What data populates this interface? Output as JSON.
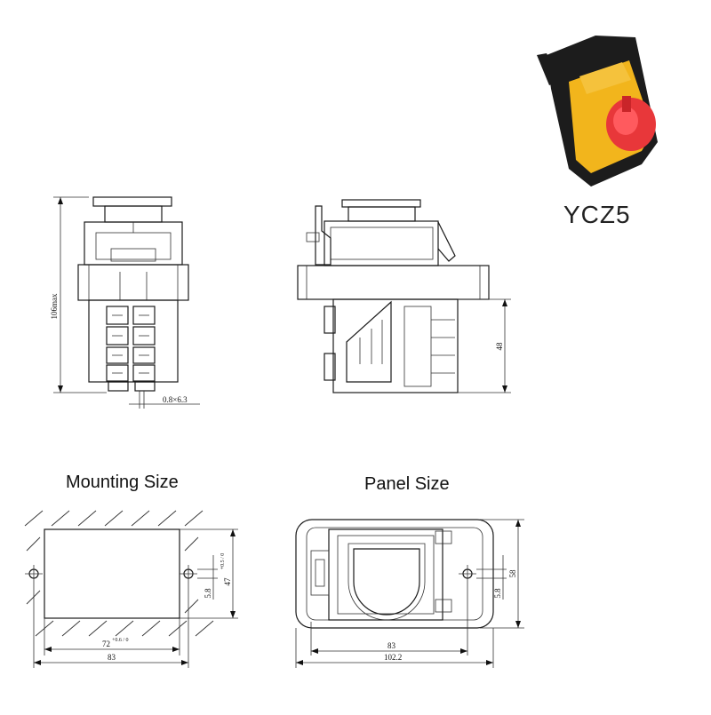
{
  "labels": {
    "model": "YCZ5",
    "mounting_title": "Mounting Size",
    "panel_title": "Panel Size"
  },
  "dimensions": {
    "front_height": "106max",
    "terminal": "0.8×6.3",
    "side_depth": "48",
    "mount_width": "72",
    "mount_width_tol": "+0.6 / 0",
    "mount_outer": "83",
    "mount_height": "47",
    "mount_height_tol": "+0.5 / 0",
    "mount_hole": "5.8",
    "panel_inner": "83",
    "panel_outer": "102.2",
    "panel_height": "58",
    "panel_hole": "5.8"
  },
  "colors": {
    "housing": "#1c1c1c",
    "cover": "#f2b51c",
    "button": "#e8373a"
  }
}
